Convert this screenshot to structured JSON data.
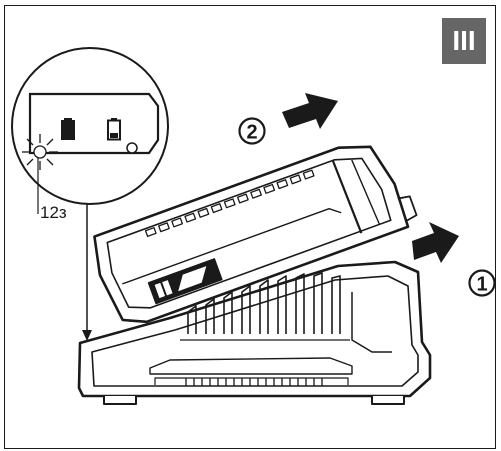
{
  "figure": {
    "badge": "III",
    "callout_label": "12з",
    "step_labels": [
      "1",
      "2"
    ]
  },
  "icons": [
    "insert-push-arrow-icon",
    "remove-arrow-icon",
    "charging-led-light-icon",
    "full-battery-icon",
    "empty-battery-icon"
  ],
  "colors": {
    "line": "#1a1a1a",
    "badge_bg": "#666666",
    "badge_text": "#ffffff",
    "background": "#ffffff"
  }
}
